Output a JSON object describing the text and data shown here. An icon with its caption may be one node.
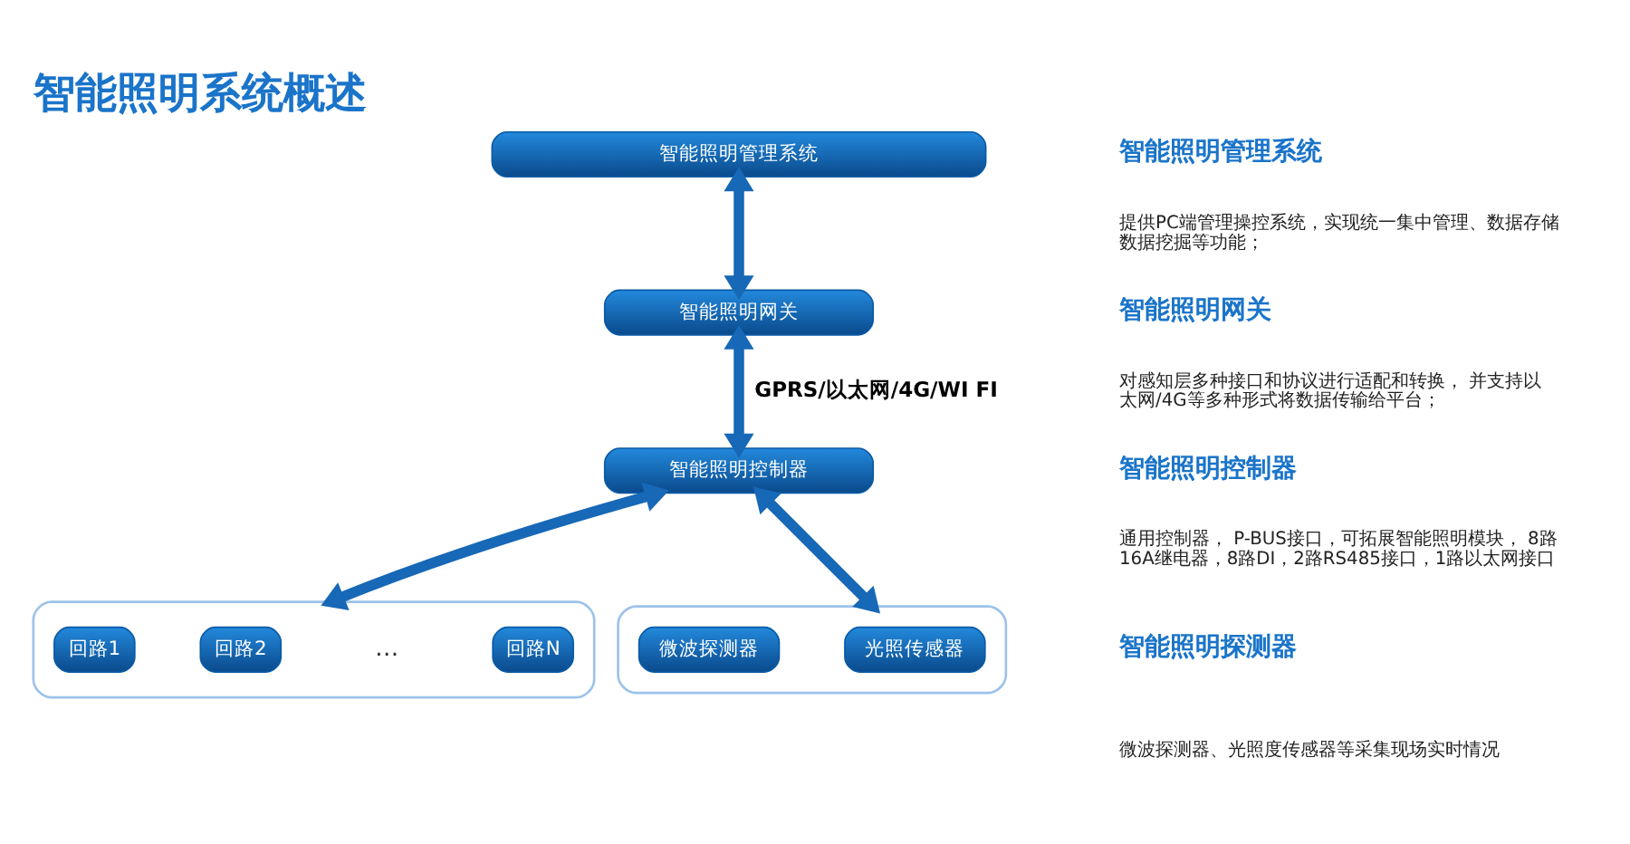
{
  "diagram": {
    "title": "智能照明系统概述",
    "nodes": [
      {
        "text": [
          "智能照明管理系统"
        ]
      },
      {
        "text": [
          "智能照明网关"
        ]
      },
      {
        "text": [
          "智能照明控制器"
        ]
      },
      {
        "text": [],
        "shape": "box"
      },
      {
        "text": [
          "回路1"
        ],
        "in": 3
      },
      {
        "text": [
          "回路2"
        ],
        "in": 3
      },
      {
        "text": [
          "回路N"
        ],
        "in": 3
      },
      {
        "text": [],
        "shape": "box"
      },
      {
        "text": [
          "微波探测器"
        ],
        "in": 7
      },
      {
        "text": [
          "光照传感器"
        ],
        "in": 7
      }
    ],
    "edges": [
      {
        "from": 0,
        "to": 1,
        "arrow": "both"
      },
      {
        "from": 1,
        "to": 2,
        "arrow": "both",
        "label": "GPRS/以太网/4G/WI FI"
      },
      {
        "from": 2,
        "to": 3,
        "arrow": "both"
      },
      {
        "from": 2,
        "to": 7,
        "arrow": "both"
      }
    ],
    "labels": [
      "…",
      "智能照明管理系统",
      "提供PC端管理操控系统，实现统一集中管理、数据存储数据挖掘等功能；",
      "智能照明网关",
      "对感知层多种接口和协议进行适配和转换， 并支持以太网/4G等多种形式将数据传输给平台；",
      "智能照明控制器",
      "通用控制器， P-BUS接口，可拓展智能照明模块， 8路16A继电器，8路DI，2路RS485接口，1路以太网接口",
      "智能照明探测器",
      "微波探测器、光照度传感器等采集现场实时情况"
    ]
  }
}
